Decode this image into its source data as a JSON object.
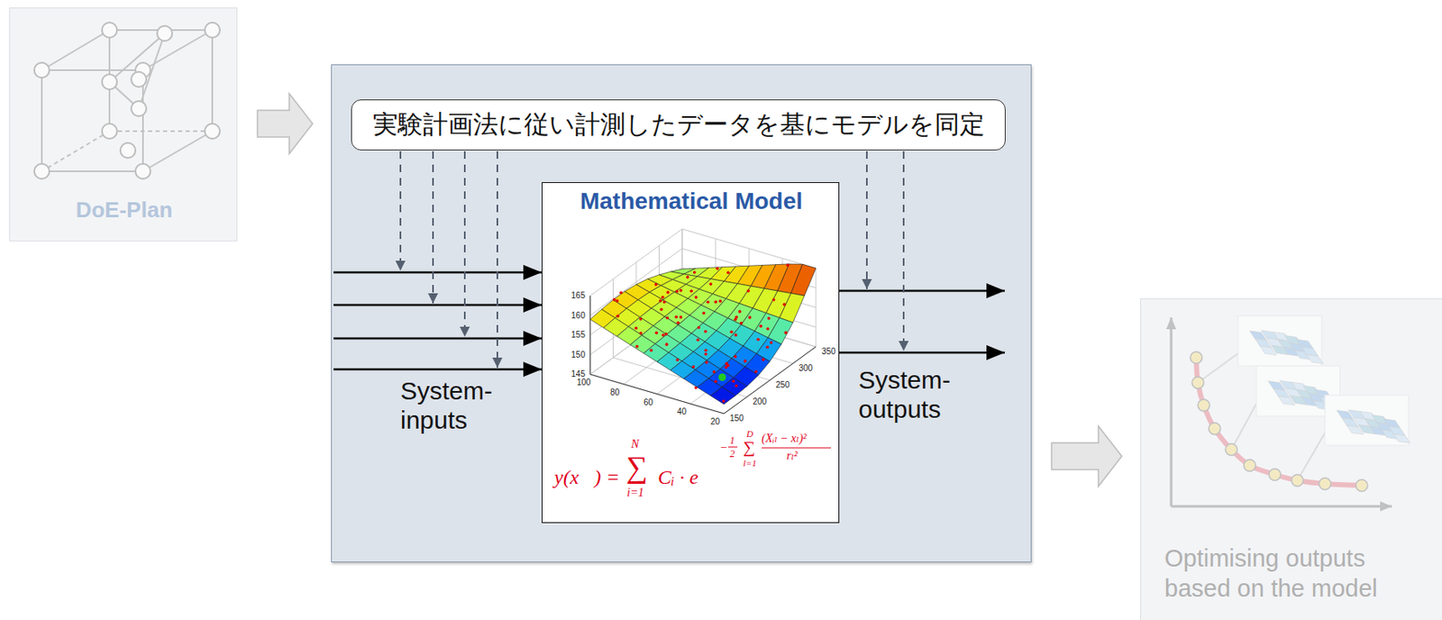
{
  "diagram": {
    "nodes": [
      {
        "text": [
          "DoE-Plan"
        ]
      },
      {
        "text": [
          "System- inputs",
          "System- outputs"
        ]
      },
      {
        "text": [
          "実験計画法に従い計測したデータを基にモデルを同定"
        ],
        "in": 1
      },
      {
        "text": [
          "Mathematical Model"
        ],
        "in": 1
      },
      {
        "text": [
          "Optimising outputs based on the model"
        ]
      }
    ],
    "edges": [
      {
        "from": 0,
        "to": 1,
        "arrow": "to"
      },
      {
        "from": 1,
        "to": 4,
        "arrow": "to"
      }
    ],
    "labels": [
      "165",
      "160",
      "155",
      "150",
      "145",
      "100",
      "80",
      "60",
      "40",
      "20",
      "150",
      "200",
      "250",
      "300",
      "350",
      "y(x⃗) =",
      "N",
      "∑",
      "i=1",
      "Cᵢ · e",
      "−",
      "1",
      "2",
      "D",
      "∑",
      "l=1",
      "(Xᵢₗ − xₗ)²",
      "rₗ²"
    ]
  }
}
